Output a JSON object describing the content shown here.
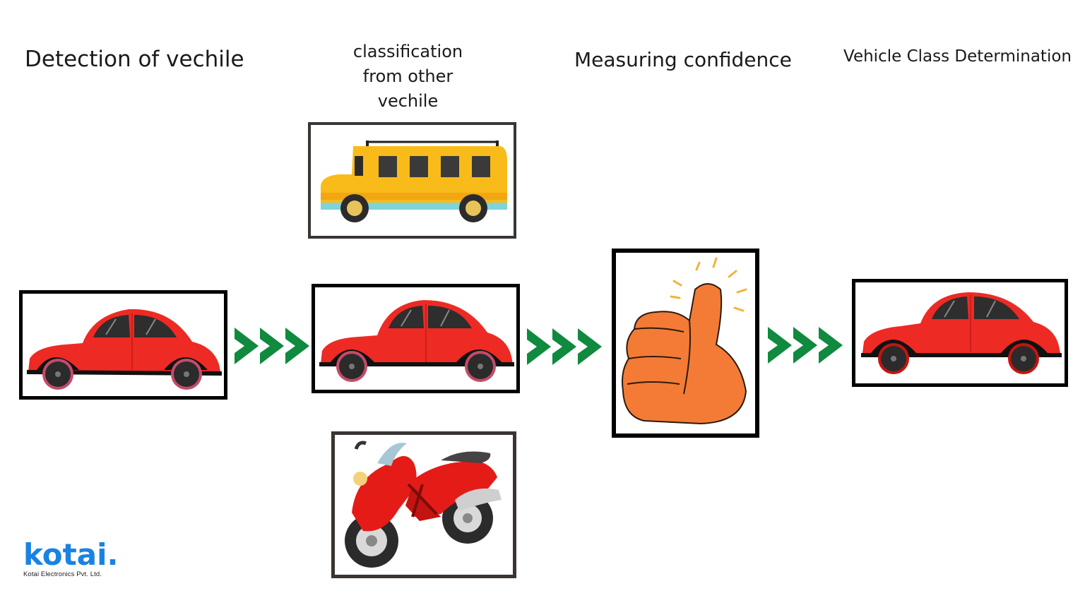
{
  "steps": [
    {
      "label": "Detection of vechile"
    },
    {
      "label": "classification from other vechile"
    },
    {
      "label": "Measuring confidence"
    },
    {
      "label": "Vehicle Class Determination"
    }
  ],
  "colors": {
    "arrow": "#0f8a3e",
    "car_body": "#ee2a24",
    "bus_body": "#f8bb1a",
    "thumb": "#f47b35",
    "logo": "#1a82e2"
  },
  "logo": {
    "wordmark": "kotai.",
    "company": "Kotai Electronics Pvt. Ltd."
  }
}
